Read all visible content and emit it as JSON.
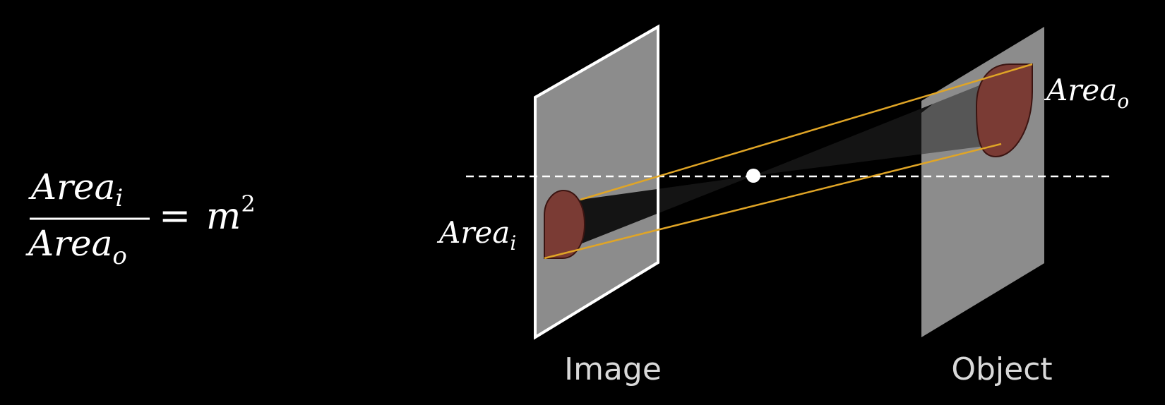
{
  "formula": {
    "numerator": {
      "base": "Area",
      "subscript": "i"
    },
    "denominator": {
      "base": "Area",
      "subscript": "o"
    },
    "equals": "=",
    "rhs_base": "m",
    "rhs_exponent": "2"
  },
  "diagram": {
    "image_plane_label": "Image",
    "object_plane_label": "Object",
    "image_area_label": {
      "base": "Area",
      "subscript": "i"
    },
    "object_area_label": {
      "base": "Area",
      "subscript": "o"
    }
  },
  "colors": {
    "background": "#000000",
    "plane_fill": "#8c8c8c",
    "image_plane_border": "#ffffff",
    "shape_fill": "#7a3b34",
    "shape_stroke": "#3b1411",
    "ray": "#e0a526",
    "axis": "#ffffff",
    "text": "#ffffff",
    "caption": "#d9d9d9"
  }
}
